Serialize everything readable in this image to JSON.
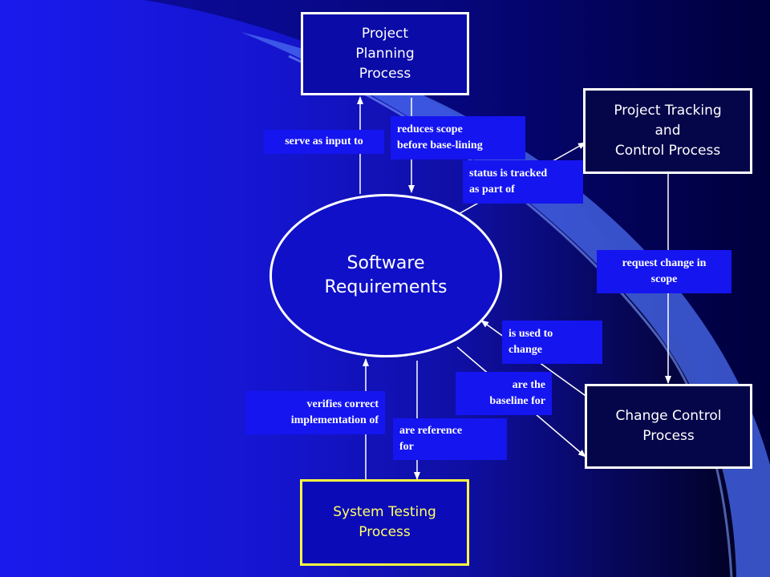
{
  "nodes": {
    "planning": {
      "lines": [
        "Project",
        "Planning",
        "Process"
      ]
    },
    "tracking": {
      "lines": [
        "Project Tracking",
        "and",
        "Control Process"
      ]
    },
    "requirements": {
      "lines": [
        "Software",
        "Requirements"
      ]
    },
    "change_control": {
      "lines": [
        "Change Control",
        "Process"
      ]
    },
    "testing": {
      "lines": [
        "System Testing",
        "Process"
      ]
    }
  },
  "edges": {
    "serve_input": {
      "lines": [
        "serve as input to"
      ]
    },
    "reduces_scope": {
      "lines": [
        "reduces scope",
        "before base-lining"
      ]
    },
    "status_tracked": {
      "lines": [
        "status is tracked",
        "as part of"
      ]
    },
    "request_change": {
      "lines": [
        "request change in",
        "scope"
      ]
    },
    "used_to_change": {
      "lines": [
        "is used to",
        "change"
      ]
    },
    "baseline_for": {
      "lines": [
        "are the",
        "baseline for"
      ]
    },
    "verifies": {
      "lines": [
        "verifies correct",
        "implementation of"
      ]
    },
    "reference_for": {
      "lines": [
        "are reference",
        "for"
      ]
    }
  },
  "colors": {
    "background_left": "#1a1aee",
    "background_right": "#000018",
    "label_fill": "#1515f0",
    "border": "#ffffff",
    "testing_highlight": "#ffff40"
  }
}
